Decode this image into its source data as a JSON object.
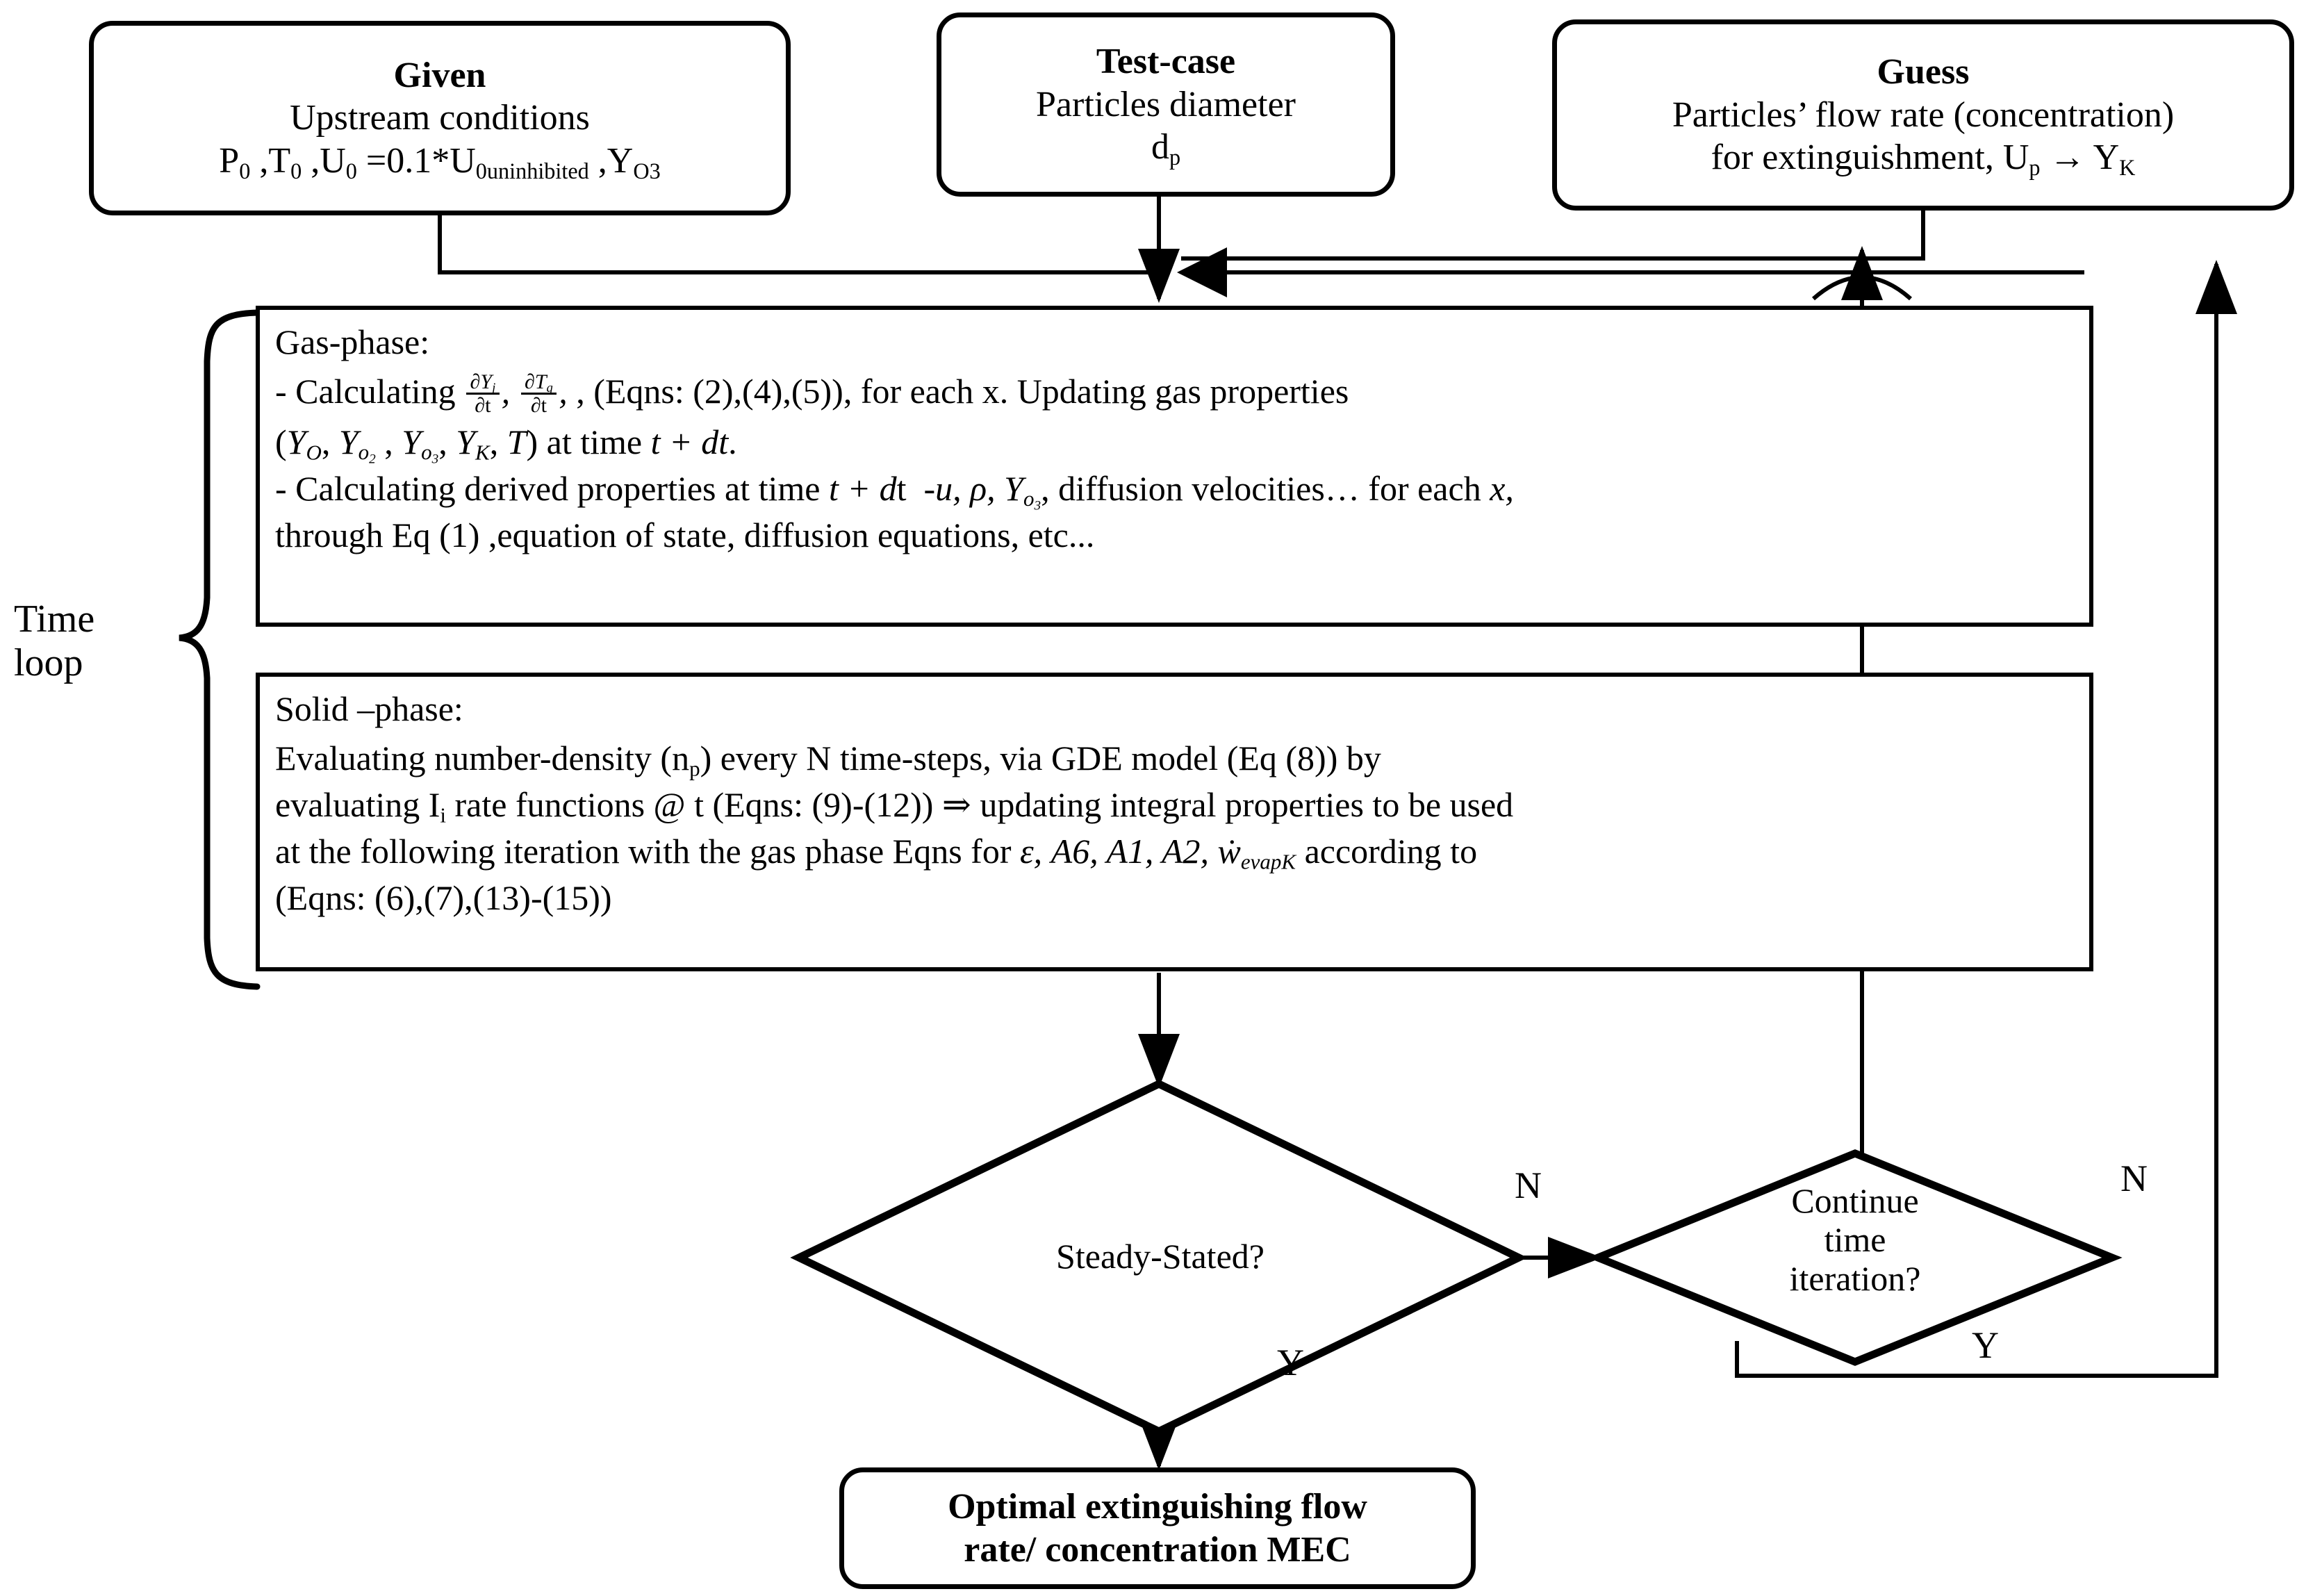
{
  "diagram": {
    "title": "Numerical solution flowchart for optimal extinguishing concentration (MEC)",
    "type": "flowchart"
  },
  "inputs": {
    "given": {
      "name": "given-box",
      "title": "Given",
      "line1": "Upstream conditions",
      "line2_parts": [
        "P",
        "0",
        " ,T",
        "0",
        " ,U",
        "0",
        " =0.1*U",
        "0uninhibited",
        " ,Y",
        "O3"
      ],
      "line2_plain": "P₀ ,T₀ ,U₀ =0.1*U₀uninhibited ,Y(O3)"
    },
    "test_case": {
      "name": "test-case-box",
      "title": "Test-case",
      "line1": "Particles diameter",
      "line2": "d",
      "line2_sub": "p"
    },
    "guess": {
      "name": "guess-box",
      "title": "Guess",
      "line1": "Particles’ flow rate (concentration)",
      "line2_pre": "for extinguishment, U",
      "line2_sub1": "p",
      "line2_arrow": "→",
      "line2_post": "Y",
      "line2_sub2": "K"
    }
  },
  "loop_label": {
    "name": "time-loop-label",
    "line1": "Time",
    "line2": "loop"
  },
  "gas_phase": {
    "name": "gas-phase-box",
    "heading": "Gas-phase:",
    "bullet1_pre": "- Calculating",
    "frac1_num": "∂Y",
    "frac1_num_sub": "j",
    "frac1_den": "∂t",
    "frac2_num": "∂T",
    "frac2_num_sub": "g",
    "frac2_den": "∂t",
    "bullet1_post": ", (Eqns: (2),(4),(5)), for each x. Updating gas properties",
    "line2_open": "(",
    "line2_y0": "Y",
    "line2_y0_sub": "O",
    "line2_yo2": "Y",
    "line2_yo2_sub": "o2",
    "line2_yo3": "Y",
    "line2_yo3_sub": "o3",
    "line2_yk": "Y",
    "line2_yk_sub": "K",
    "line2_t": "T",
    "line2_tail": ") at time t + dt.",
    "bullet2": "- Calculating derived properties at time t + dt  -u, ρ, Y(O₃), diffusion velocities… for each x,",
    "line4": "through Eq (1) ,equation of state, diffusion equations, etc..."
  },
  "solid_phase": {
    "name": "solid-phase-box",
    "heading": "Solid –phase:",
    "line1_pre": "Evaluating number-density (n",
    "line1_sub": "p",
    "line1_post": ") every N time-steps, via GDE model (Eq (8)) by",
    "line2_pre": "evaluating I",
    "line2_sub": "i",
    "line2_post": " rate functions @ t  (Eqns: (9)-(12)) ⇒ updating integral properties to be used",
    "line3_pre": "at the following iteration with the gas phase Eqns for ",
    "line3_sym": "ε, A6, A1, A2, ẇ",
    "line3_sym_sub": "evapK",
    "line3_post": " according to",
    "line4": "(Eqns: (6),(7),(13)-(15))"
  },
  "decisions": {
    "steady": {
      "name": "steady-state-decision",
      "text": "Steady-Stated?",
      "yes_label": "Y",
      "no_label": "N"
    },
    "continue": {
      "name": "continue-time-iteration-decision",
      "line1": "Continue",
      "line2": "time",
      "line3": "iteration?",
      "yes_label": "Y",
      "no_label": "N"
    }
  },
  "output": {
    "name": "output-box",
    "line1": "Optimal extinguishing flow",
    "line2": "rate/ concentration MEC"
  },
  "colors": {
    "stroke": "#000000",
    "background": "#ffffff"
  }
}
